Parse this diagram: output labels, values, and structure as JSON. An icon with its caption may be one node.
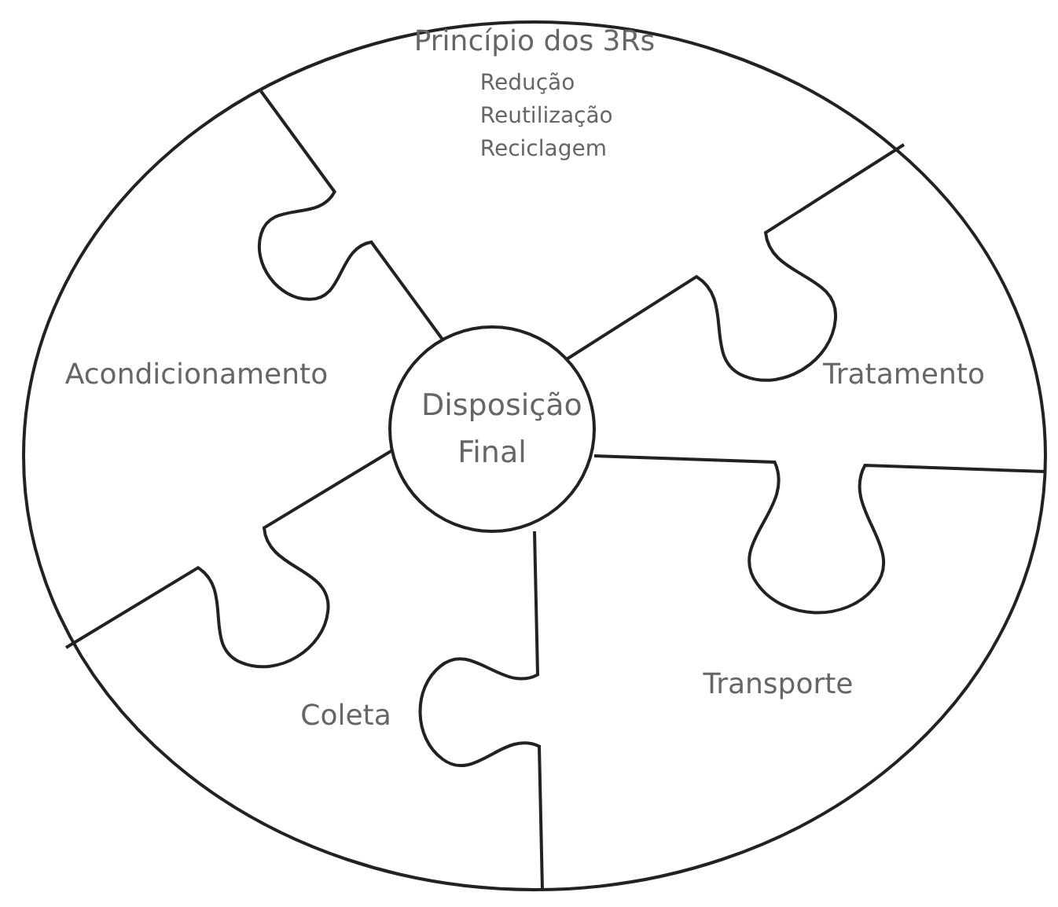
{
  "diagram": {
    "nodes": [
      {
        "text": [
          "Princípio dos 3Rs",
          "Redução",
          "Reutilização",
          "Reciclagem"
        ]
      },
      {
        "text": [
          "Tratamento"
        ]
      },
      {
        "text": [
          "Transporte"
        ]
      },
      {
        "text": [
          "Coleta"
        ]
      },
      {
        "text": [
          "Acondicionamento"
        ]
      },
      {
        "text": [
          "Disposição Final"
        ]
      }
    ]
  }
}
